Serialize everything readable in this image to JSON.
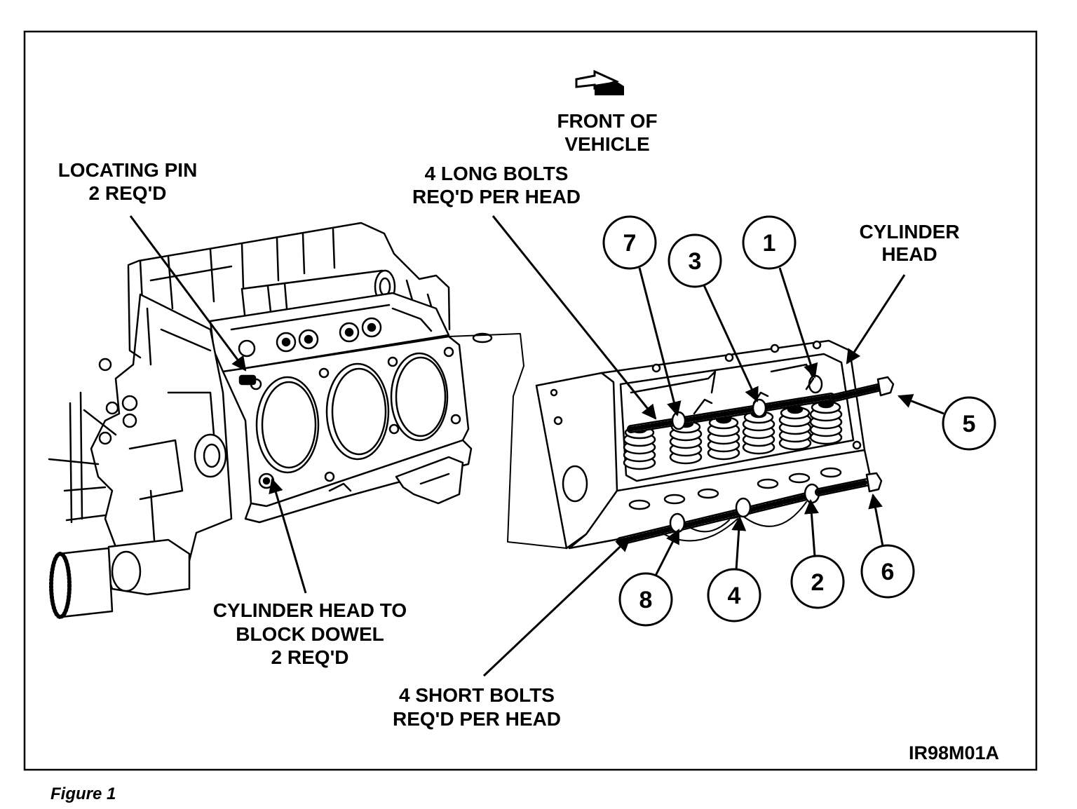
{
  "figure": {
    "caption": "Figure 1",
    "code": "IR98M01A"
  },
  "labels": {
    "front": [
      "FRONT OF",
      "VEHICLE"
    ],
    "locating_pin": [
      "LOCATING PIN",
      "2 REQ'D"
    ],
    "long_bolts": [
      "4 LONG BOLTS",
      "REQ'D PER HEAD"
    ],
    "cylinder_head": [
      "CYLINDER",
      "HEAD"
    ],
    "dowel": [
      "CYLINDER HEAD TO",
      "BLOCK DOWEL",
      "2 REQ'D"
    ],
    "short_bolts": [
      "4 SHORT BOLTS",
      "REQ'D PER HEAD"
    ]
  },
  "callouts": {
    "c1": "1",
    "c2": "2",
    "c3": "3",
    "c4": "4",
    "c5": "5",
    "c6": "6",
    "c7": "7",
    "c8": "8"
  },
  "icons": {
    "front_direction": "arrow-icon"
  },
  "colors": {
    "ink": "#000000",
    "paper": "#ffffff"
  }
}
